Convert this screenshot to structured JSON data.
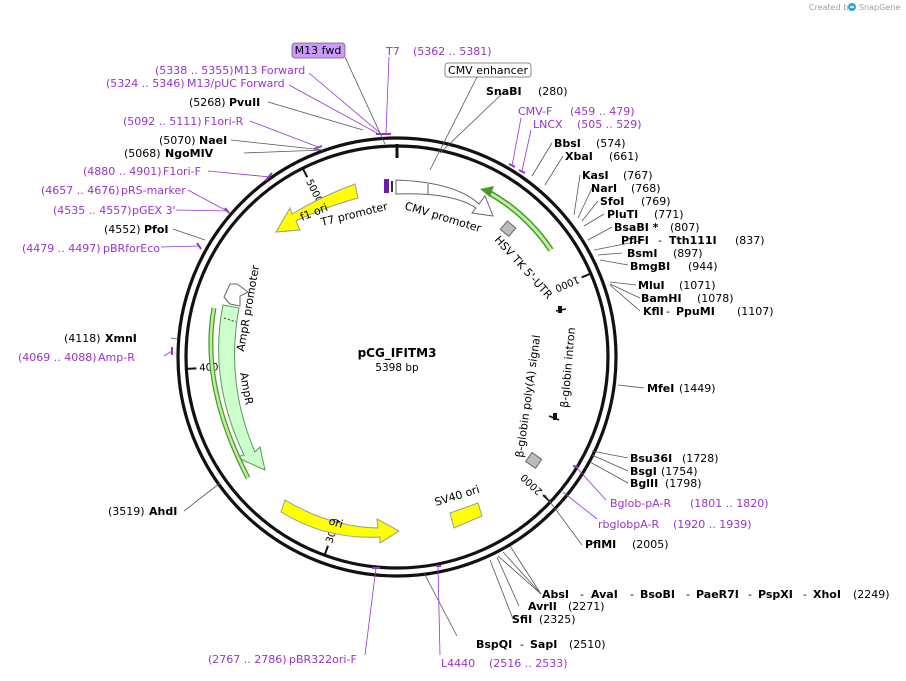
{
  "credit": "Created by",
  "brand": "SnapGene",
  "plasmid": {
    "name": "pCG_IFITM3",
    "size": "5398 bp"
  },
  "ticks": [
    {
      "label": "1000",
      "bp": 1000
    },
    {
      "label": "2000",
      "bp": 2000
    },
    {
      "label": "3000",
      "bp": 3000
    },
    {
      "label": "4000",
      "bp": 4000
    },
    {
      "label": "5000",
      "bp": 5000
    }
  ],
  "colors": {
    "backbone": "#111111",
    "primer": "#9933CC",
    "ori": "#FFFF00",
    "promoter": "#FFFFFF",
    "ampr": "#CCFFCC",
    "green_bar": "#66BB33",
    "signal": "#BBBBBB",
    "highlight": "#CC99FF"
  },
  "features": [
    {
      "key": "f1_ori",
      "label": "f1 ori"
    },
    {
      "key": "t7_promoter",
      "label": "T7 promoter"
    },
    {
      "key": "cmv_promoter",
      "label": "CMV promoter"
    },
    {
      "key": "hsv_tk",
      "label": "HSV TK 5'-UTR"
    },
    {
      "key": "bglobin_intron",
      "label": "β-globin intron"
    },
    {
      "key": "bglobin_polya",
      "label": "β-globin poly(A) signal"
    },
    {
      "key": "sv40_ori",
      "label": "SV40 ori"
    },
    {
      "key": "ori",
      "label": "ori"
    },
    {
      "key": "ampr",
      "label": "AmpR"
    },
    {
      "key": "ampr_promoter",
      "label": "AmpR promoter"
    }
  ],
  "boxed": {
    "m13fwd": "M13 fwd",
    "cmv_enh": "CMV enhancer"
  },
  "labels": {
    "t7": "T7",
    "t7_range": "(5362 .. 5381)",
    "m13f_range": "(5338 .. 5355)",
    "m13f": "M13 Forward",
    "m13puc_range": "(5324 .. 5346)",
    "m13puc": "M13/pUC Forward",
    "pvuii_pos": "(5268)",
    "pvuii": "PvuII",
    "f1orir_range": "(5092 .. 5111)",
    "f1orir": "F1ori-R",
    "naei_pos": "(5070)",
    "naei": "NaeI",
    "ngomiv_pos": "(5068)",
    "ngomiv": "NgoMIV",
    "f1orif_range": "(4880 .. 4901)",
    "f1orif": "F1ori-F",
    "prs_range": "(4657 .. 4676)",
    "prs": "pRS-marker",
    "pgex_range": "(4535 .. 4557)",
    "pgex": "pGEX 3'",
    "pfoi_pos": "(4552)",
    "pfoi": "PfoI",
    "pbrfor_range": "(4479 .. 4497)",
    "pbrfor": "pBRforEco",
    "xmni_pos": "(4118)",
    "xmni": "XmnI",
    "ampr_range": "(4069 .. 4088)",
    "ampr_primer": "Amp-R",
    "ahdi_pos": "(3519)",
    "ahdi": "AhdI",
    "pbr322_range": "(2767 .. 2786)",
    "pbr322": "pBR322ori-F",
    "l4440": "L4440",
    "l4440_range": "(2516 .. 2533)",
    "bspqi": "BspQI",
    "sapi": "SapI",
    "bspqi_pos": "(2510)",
    "sfii": "SfiI",
    "sfii_pos": "(2325)",
    "avrii": "AvrII",
    "avrii_pos": "(2271)",
    "absi": "AbsI",
    "avai": "AvaI",
    "bsobi": "BsoBI",
    "paer7i": "PaeR7I",
    "pspxi": "PspXI",
    "xhoi": "XhoI",
    "xhoi_pos": "(2249)",
    "pflmi": "PflMI",
    "pflmi_pos": "(2005)",
    "rbglob": "rbglobpA-R",
    "rbglob_range": "(1920 .. 1939)",
    "bglob": "Bglob-pA-R",
    "bglob_range": "(1801 .. 1820)",
    "bglii": "BglII",
    "bglii_pos": "(1798)",
    "bsgi": "BsgI",
    "bsgi_pos": "(1754)",
    "bsu36i": "Bsu36I",
    "bsu36i_pos": "(1728)",
    "mfei": "MfeI",
    "mfei_pos": "(1449)",
    "kfli": "KflI",
    "ppumi": "PpuMI",
    "ppumi_pos": "(1107)",
    "bamhi": "BamHI",
    "bamhi_pos": "(1078)",
    "mlui": "MluI",
    "mlui_pos": "(1071)",
    "bmgbi": "BmgBI",
    "bmgbi_pos": "(944)",
    "bsmi": "BsmI",
    "bsmi_pos": "(897)",
    "pflfi": "PflFI",
    "tth111i": "Tth111I",
    "tth111i_pos": "(837)",
    "bsabi": "BsaBI *",
    "bsabi_pos": "(807)",
    "pluti": "PluTI",
    "pluti_pos": "(771)",
    "sfoi": "SfoI",
    "sfoi_pos": "(769)",
    "nari": "NarI",
    "nari_pos": "(768)",
    "kasi": "KasI",
    "kasi_pos": "(767)",
    "xbai": "XbaI",
    "xbai_pos": "(661)",
    "bbsi": "BbsI",
    "bbsi_pos": "(574)",
    "lncx": "LNCX",
    "lncx_range": "(505 .. 529)",
    "cmvf": "CMV-F",
    "cmvf_range": "(459 .. 479)",
    "snabi": "SnaBI",
    "snabi_pos": "(280)"
  }
}
